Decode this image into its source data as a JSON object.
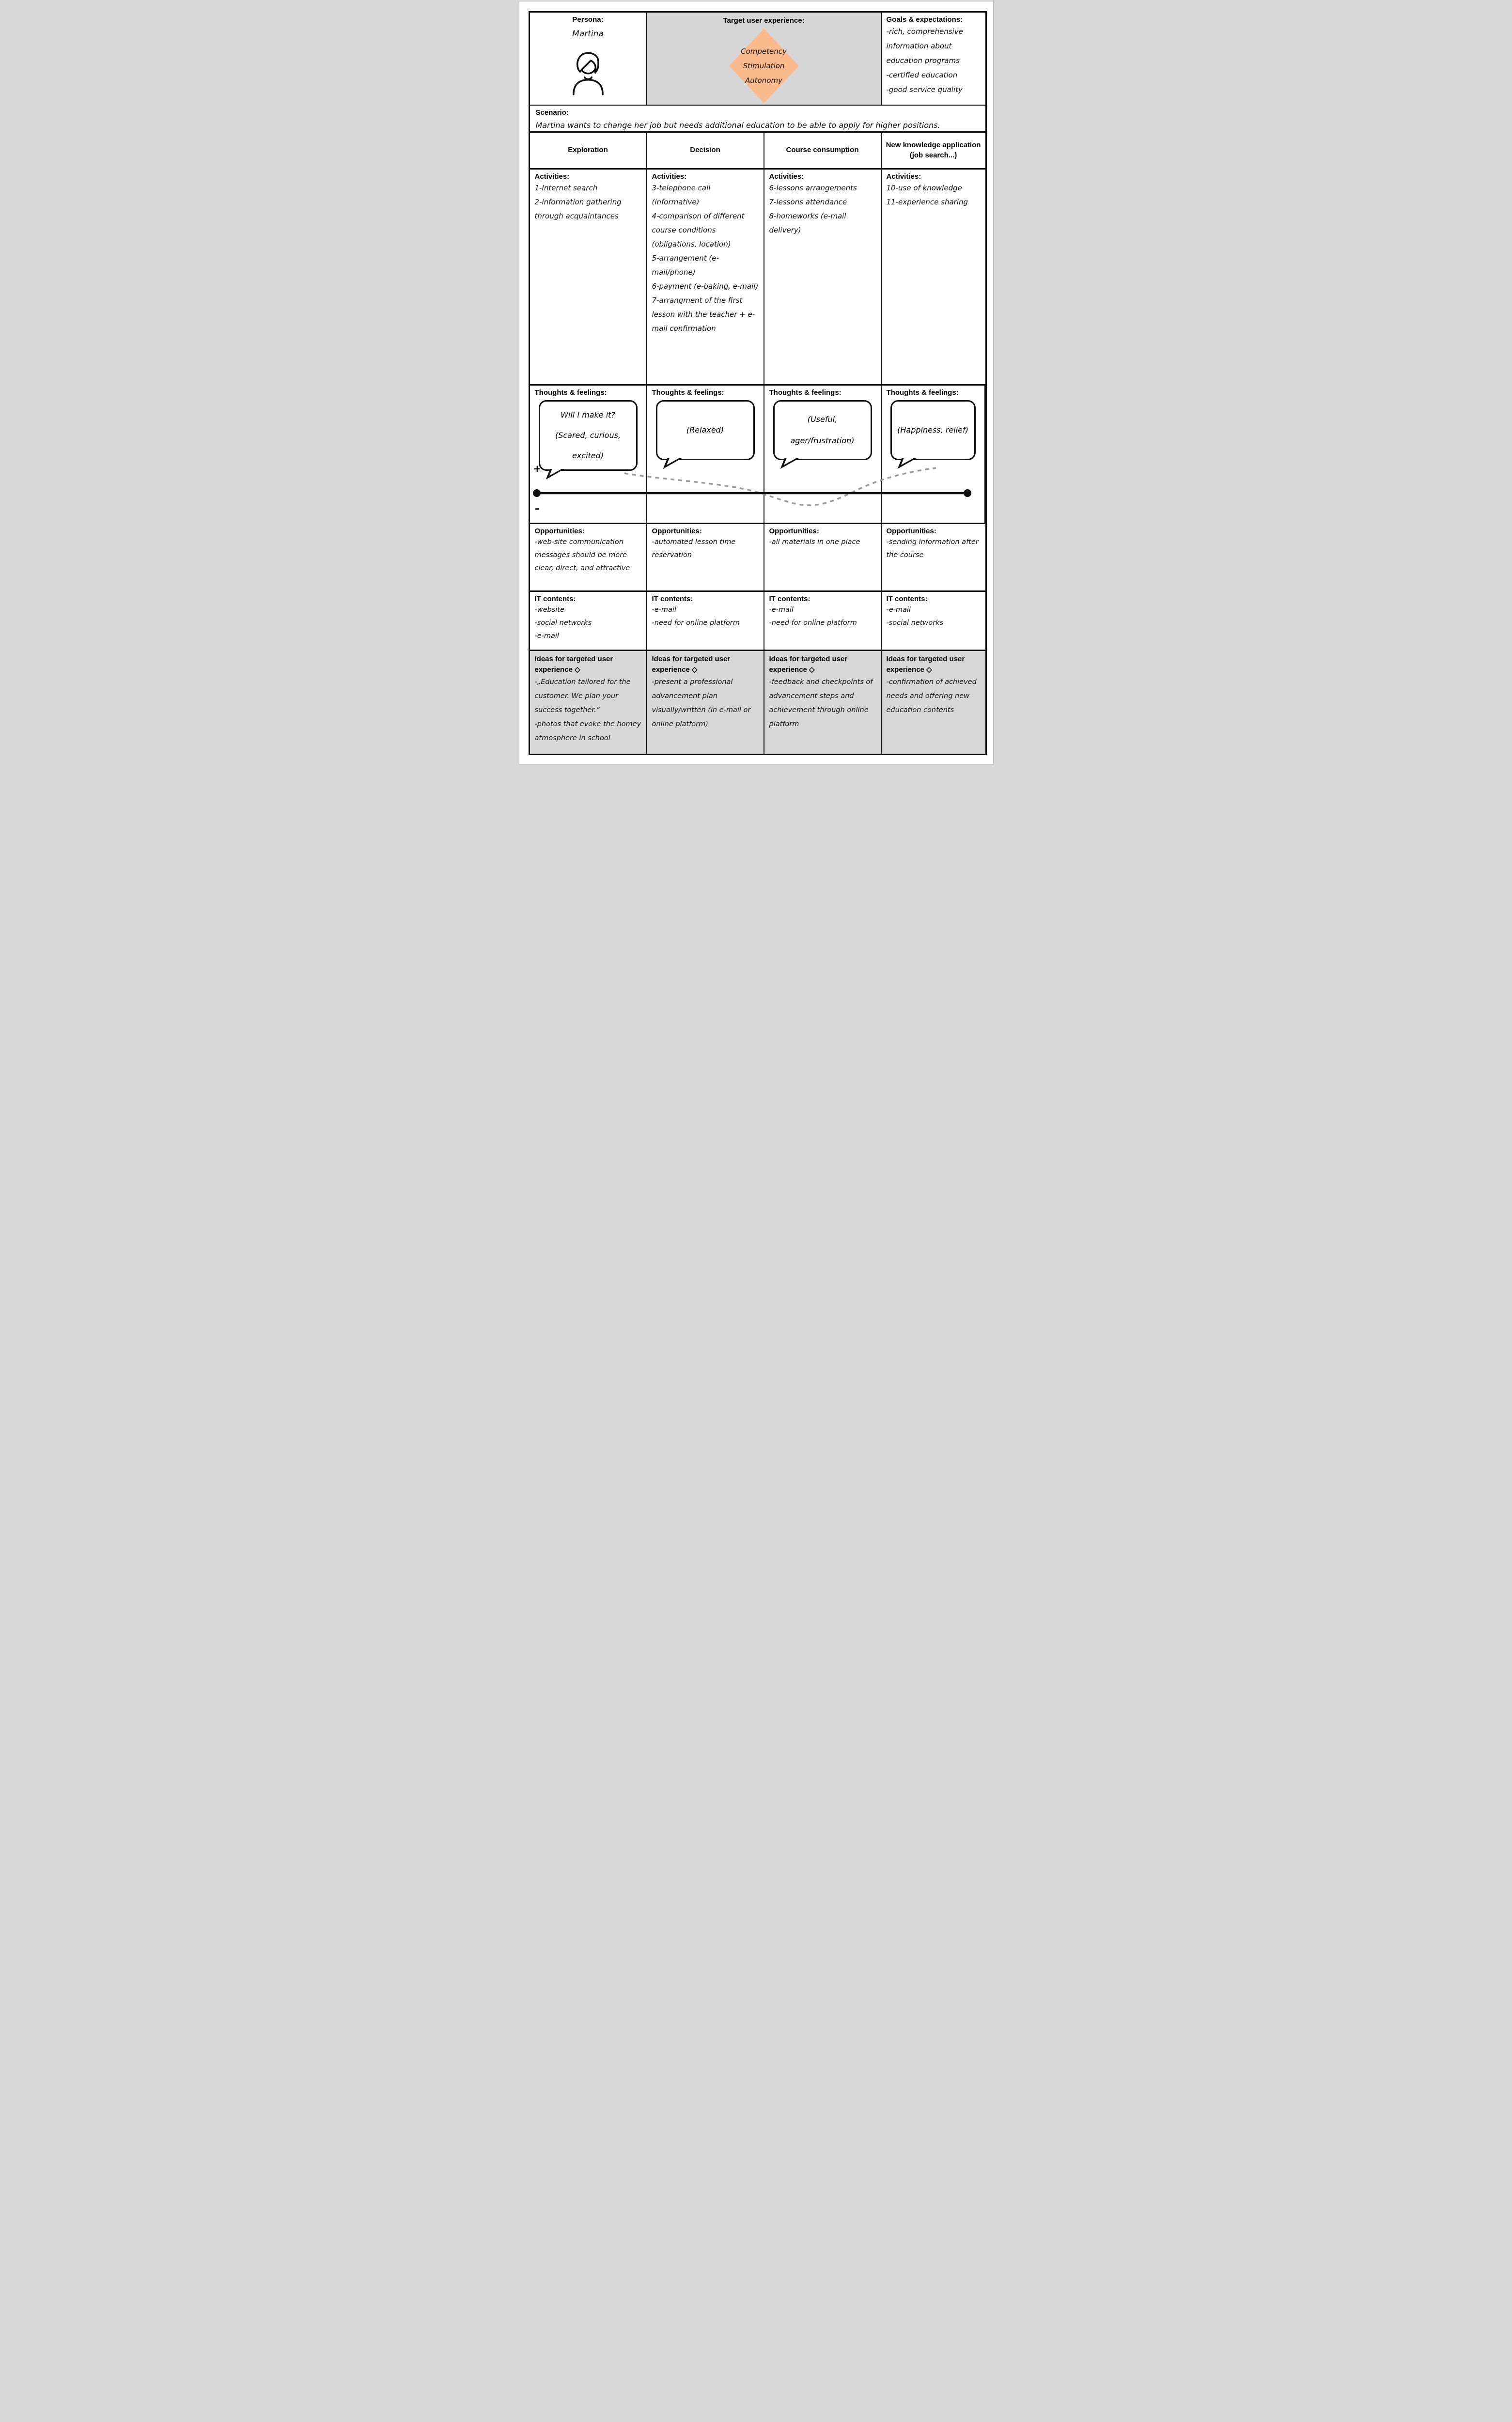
{
  "persona": {
    "label": "Persona:",
    "name": "Martina"
  },
  "target": {
    "title": "Target user experience:",
    "diamond_words": [
      "Competency",
      "Stimulation",
      "Autonomy"
    ]
  },
  "goals": {
    "title": "Goals & expectations:",
    "items": [
      "-rich, comprehensive information about education programs",
      "-certified education",
      "-good service quality"
    ]
  },
  "scenario": {
    "label": "Scenario:",
    "text": "Martina wants to change her job but needs additional education to be able to apply for higher positions."
  },
  "row_labels": {
    "activities": "Activities:",
    "thoughts": "Thoughts & feelings:",
    "opportunities": "Opportunities:",
    "it_contents": "IT contents:",
    "ideas": "Ideas for targeted user experience ◇"
  },
  "stages": [
    {
      "name": "Exploration",
      "activities": [
        "1-Internet search",
        "2-information gathering through acquaintances"
      ],
      "thoughts": [
        "Will I make it?",
        "(Scared, curious,",
        "excited)"
      ],
      "opportunities": [
        "-web-site communication messages should be more clear, direct, and attractive"
      ],
      "it_contents": [
        "-website",
        "-social networks",
        "-e-mail"
      ],
      "ideas": [
        "-„Education tailored for the customer. We plan your success together.“",
        "-photos that evoke the homey atmosphere in school"
      ]
    },
    {
      "name": "Decision",
      "activities": [
        "3-telephone call (informative)",
        "4-comparison of different course conditions (obligations, location)",
        "5-arrangement (e-mail/phone)",
        "6-payment (e-baking, e-mail)",
        "7-arrangment of the first lesson with the teacher + e-mail confirmation"
      ],
      "thoughts": [
        "(Relaxed)"
      ],
      "opportunities": [
        "-automated lesson time reservation"
      ],
      "it_contents": [
        "-e-mail",
        "-need for online platform"
      ],
      "ideas": [
        "-present a professional advancement plan visually/written (in e-mail or online platform)"
      ]
    },
    {
      "name": "Course consumption",
      "activities": [
        "6-lessons arrangements",
        "7-lessons attendance",
        "8-homeworks (e-mail delivery)"
      ],
      "thoughts": [
        "(Useful,",
        "ager/frustration)"
      ],
      "opportunities": [
        "-all materials in one place"
      ],
      "it_contents": [
        "-e-mail",
        "-need for online platform"
      ],
      "ideas": [
        "-feedback and checkpoints of advancement steps and achievement through online platform"
      ]
    },
    {
      "name": "New knowledge application (job search...)",
      "activities": [
        "10-use of knowledge",
        "11-experience sharing"
      ],
      "thoughts": [
        "(Happiness, relief)"
      ],
      "opportunities": [
        "-sending information after the course"
      ],
      "it_contents": [
        "-e-mail",
        "-social networks"
      ],
      "ideas": [
        "-confirmation of achieved needs and offering new education contents"
      ]
    }
  ],
  "emotion": {
    "plus": "+",
    "minus": "-",
    "trend": [
      {
        "stage": "Exploration",
        "level": "positive"
      },
      {
        "stage": "Decision",
        "level": "declining toward neutral"
      },
      {
        "stage": "Course consumption",
        "level": "dips negative"
      },
      {
        "stage": "New knowledge application (job search...)",
        "level": "rises back to positive"
      }
    ]
  },
  "colors": {
    "diamond": "#fbba8c",
    "panel_gray": "#d6d6d6",
    "ideas_gray": "#d7d7d7",
    "curve_gray": "#9a9a9a"
  }
}
